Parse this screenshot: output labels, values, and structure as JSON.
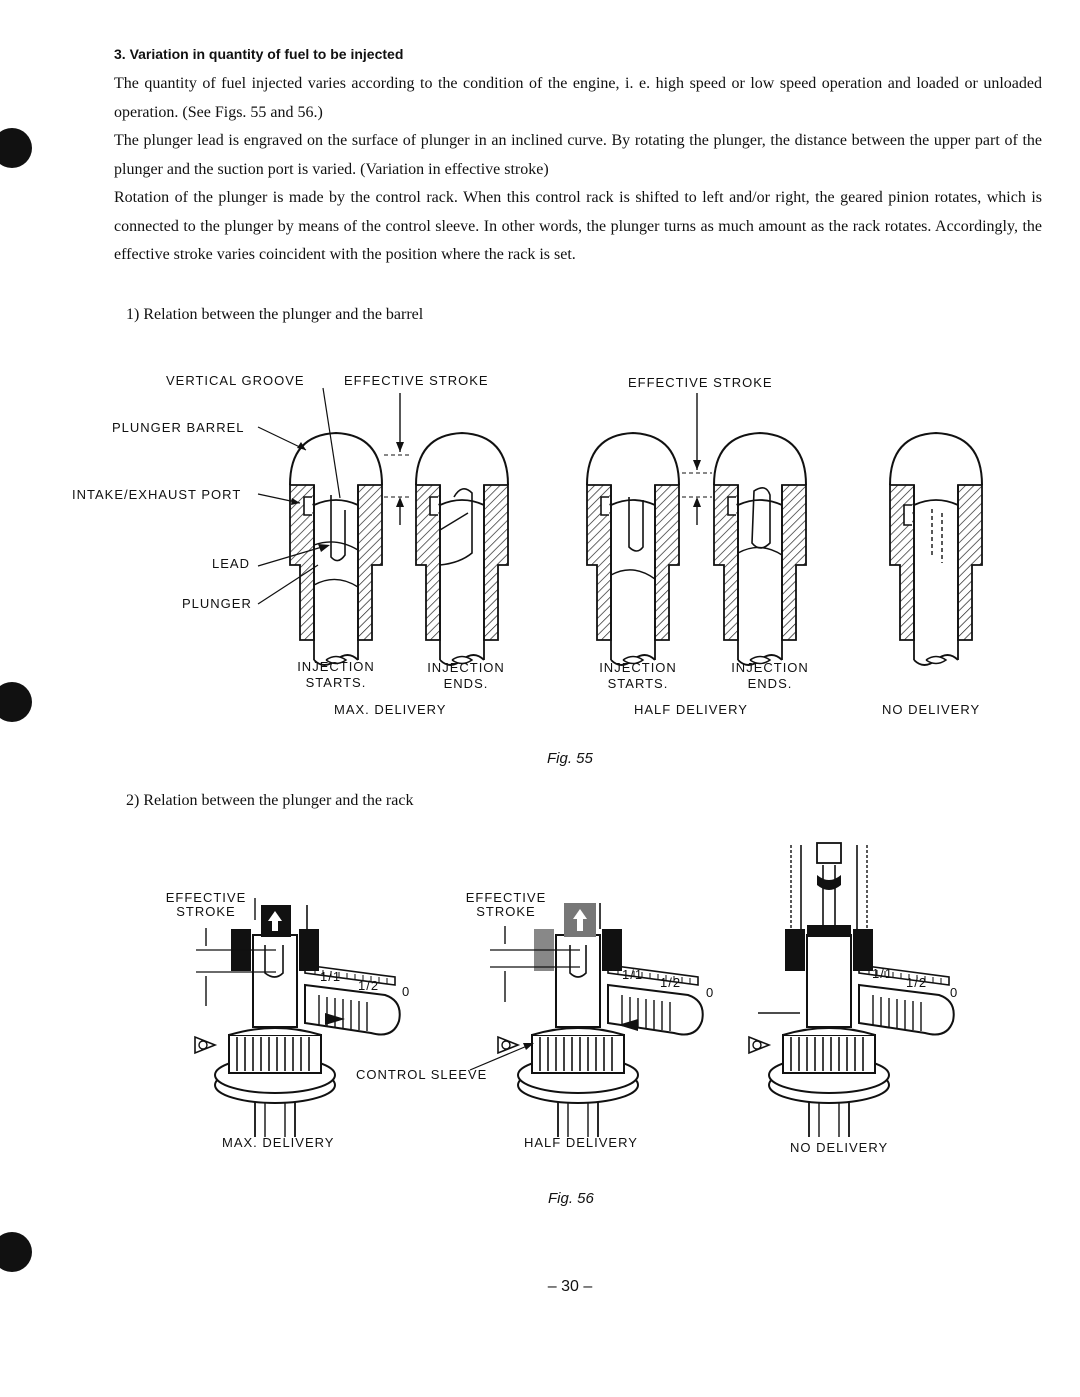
{
  "section": {
    "heading": "3.   Variation in quantity of fuel to be injected",
    "paragraphs": [
      "The quantity of fuel injected varies according to the condition of the engine, i. e. high speed or low speed operation and loaded or unloaded operation. (See Figs. 55 and 56.)",
      "The plunger lead is engraved on the surface of plunger in an inclined curve. By rotating the plunger, the distance between the upper part of the plunger and the suction port is varied. (Variation in effective stroke)",
      "Rotation of the plunger is made by the control rack. When this control rack is shifted to left and/or right, the geared pinion rotates, which is connected to the plunger by means of the control sleeve. In other words, the plunger turns as much amount as the rack rotates. Accordingly, the effective stroke varies coincident with the position where the rack is set."
    ]
  },
  "fig55": {
    "subheading": "1)   Relation between the plunger and the barrel",
    "labels": {
      "vertical_groove": "VERTICAL GROOVE",
      "effective_stroke": "EFFECTIVE STROKE",
      "plunger_barrel": "PLUNGER BARREL",
      "intake_exhaust_port": "INTAKE/EXHAUST PORT",
      "lead": "LEAD",
      "plunger": "PLUNGER"
    },
    "injection_starts": "INJECTION STARTS.",
    "injection_ends": "INJECTION ENDS.",
    "max_delivery": "MAX. DELIVERY",
    "half_delivery": "HALF DELIVERY",
    "no_delivery": "NO DELIVERY",
    "caption": "Fig. 55"
  },
  "fig56": {
    "subheading": "2)   Relation between the plunger and the rack",
    "effective_stroke": "EFFECTIVE STROKE",
    "scale": {
      "full": "1/1",
      "half": "1/2",
      "zero": "0"
    },
    "control_sleeve": "CONTROL SLEEVE",
    "max_delivery": "MAX. DELIVERY",
    "half_delivery": "HALF DELIVERY",
    "no_delivery": "NO DELIVERY",
    "caption": "Fig. 56"
  },
  "page_number": "– 30 –"
}
